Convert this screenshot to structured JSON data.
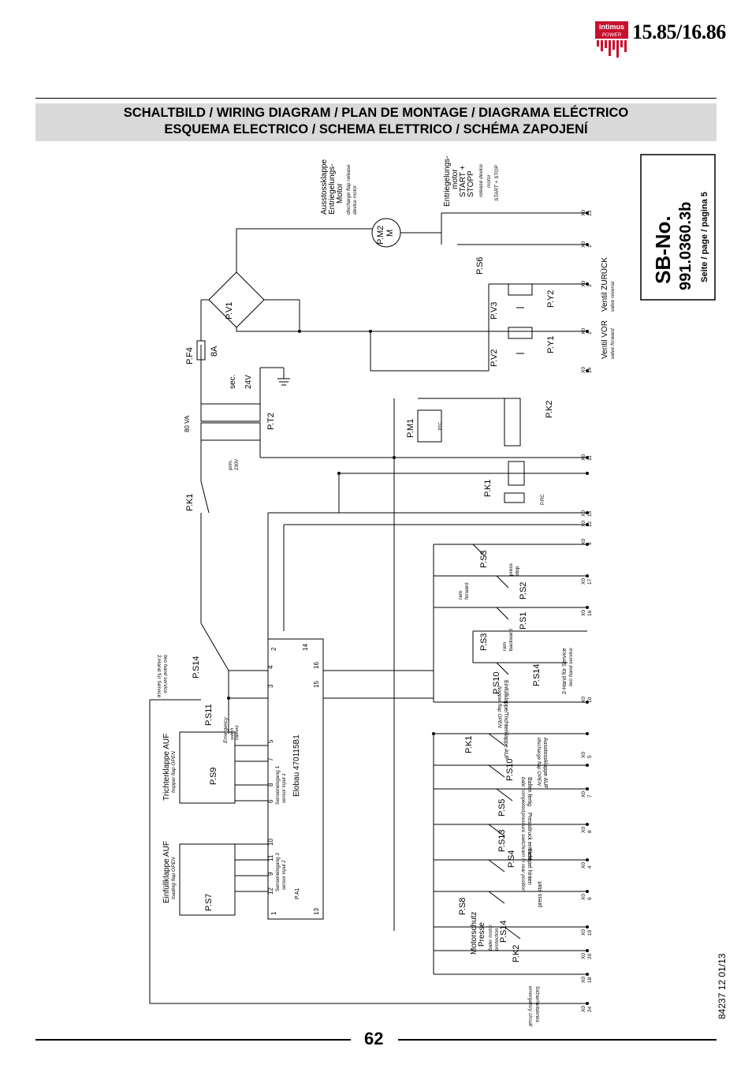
{
  "brand": {
    "logo_text": "intimus",
    "logo_sub": "POWER",
    "model": "15.85/16.86"
  },
  "title": {
    "line1": "SCHALTBILD / WIRING DIAGRAM / PLAN DE MONTAGE / DIAGRAMA ELÉCTRICO",
    "line2": "ESQUEMA ELECTRICO / SCHEMA ELETTRICO / SCHÉMA ZAPOJENÍ"
  },
  "sb_box": {
    "label": "SB-No.",
    "number": "991.0360.3b",
    "page": "Seite / page / pagina 5"
  },
  "components": {
    "fuse": "P.F4",
    "fuse_rating": "8A",
    "rectifier": "P.V1",
    "transformer": "P.T2",
    "transformer_va": "80 VA",
    "prim": "prim.",
    "prim_v": "230V",
    "sec": "sec.",
    "sec_v": "24V",
    "motor2": "P.M2",
    "motor2_sym": "M",
    "motor1": "P.M1",
    "ptc": "PTC",
    "k1": "P.K1",
    "k2": "P.K2",
    "p_rc": "P.RC",
    "v2": "P.V2",
    "v3": "P.V3",
    "y1": "P.Y1",
    "y2": "P.Y2",
    "s6": "P.S6",
    "s3": "P.S3",
    "s2": "P.S2",
    "s1": "P.S1",
    "s10": "P.S10",
    "s14": "P.S14",
    "s5": "P.S5",
    "s13": "P.S13",
    "s4": "P.S4",
    "s8": "P.S8",
    "s7": "P.S7",
    "s9": "P.S9",
    "s11": "P.S11",
    "pa1": "P.A1",
    "elobau": "Elobau 470115B1"
  },
  "labels": {
    "ausstoss": [
      "Ausstossklappe",
      "Entriegelungs-",
      "Motor"
    ],
    "ausstoss_en": [
      "discharge flap release",
      "device motor"
    ],
    "entriegel": [
      "Entriegelungs-",
      "motor",
      "START +",
      "STOPP"
    ],
    "entriegel_en": [
      "release device",
      "motor",
      "START + STOP"
    ],
    "ventil_vor": "Ventil VOR",
    "valve_forward": "valve forward",
    "ventil_zurueck": "Ventil ZURÜCK",
    "valve_reverse": "valve reverse",
    "motorschutz": [
      "Motorschutz",
      "Presse"
    ],
    "motorschutz_en": [
      "baler motor",
      "protection"
    ],
    "sicherheitskreis": "Sicherheitskreis",
    "emergency_circuit": "emergency circuit",
    "trichterklappe": "Trichterklappe AUF",
    "hopper_open": "hopper flap OPEN",
    "einfuellklappe": "Einfüllklappe AUF",
    "loading_open": "loading flap OPEN",
    "einfuell_trichter": "Einfüllklappe/Trichterklappe AUF",
    "hopper_flap_open": "hopper flap OPEN",
    "ausstossklappe_auf": "Ausstossklappe AUF",
    "discharge_open": "discharge flap OPEN",
    "ballen": "Ballen fertig",
    "bale_completed": "bale completed",
    "pressdruck": "Pressdruck erreicht",
    "pressure_switch": "pressure switch",
    "stempel": "Stempel hinten",
    "ram_rear": "ram in rear position",
    "press_start": "press  start",
    "zweihand": "2-Hand für Service",
    "two_hand": "two hand service",
    "press_stop": [
      "press",
      "stop"
    ],
    "ram_forward": [
      "ram",
      "forward"
    ],
    "ram_backward": [
      "ram",
      "backward"
    ],
    "emergency": "Emergency",
    "emergency_sub": [
      "switch",
      "(option)"
    ],
    "sensor1": "Sensoreingang 1",
    "sensor1_en": "sensor input 1",
    "sensor2": "Sensoreingang 2",
    "sensor2_en": "sensor input 2"
  },
  "terminals": [
    [
      "X0",
      "24"
    ],
    [
      "X0",
      "18"
    ],
    [
      "X0",
      "20"
    ],
    [
      "X0",
      "19"
    ],
    [
      "X0",
      "6"
    ],
    [
      "X0",
      "4"
    ],
    [
      "X0",
      "8"
    ],
    [
      "X0",
      "7"
    ],
    [
      "X0",
      "5"
    ],
    [
      "X0",
      "10"
    ],
    [
      "X0",
      "16"
    ],
    [
      "X0",
      "17"
    ],
    [
      "X0",
      "9"
    ],
    [
      "X0",
      "12"
    ],
    [
      "X0",
      "15"
    ],
    [
      "X0",
      "11"
    ],
    [
      "X0",
      "14"
    ],
    [
      "X0",
      "2"
    ],
    [
      "X0",
      "3"
    ],
    [
      "X0",
      "1"
    ],
    [
      "X0",
      "13"
    ]
  ],
  "pa1_terminals": [
    "1",
    "13",
    "2",
    "14",
    "3",
    "15",
    "4",
    "16",
    "5",
    "6",
    "7",
    "8",
    "9",
    "10",
    "11",
    "12"
  ],
  "doc_ref": "84237 12 01/13",
  "page_number": "62"
}
